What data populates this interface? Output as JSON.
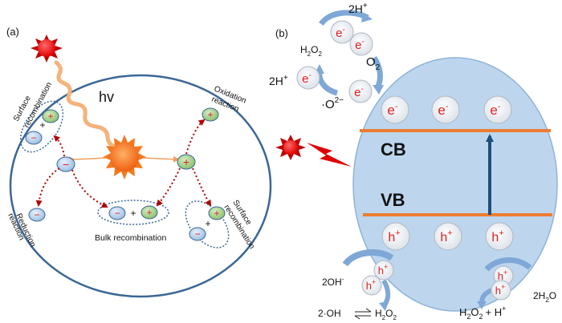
{
  "panel_a": {
    "label": "(a)",
    "hv": "hv",
    "oxidation_1": "Oxidation",
    "oxidation_2": "reaction",
    "surface_rec_left_1": "Surface",
    "surface_rec_left_2": "recombination",
    "reduction_1": "Reduction",
    "reduction_2": "reaction",
    "surface_rec_right_1": "Surface",
    "surface_rec_right_2": "recombination",
    "bulk": "Bulk recombination",
    "minus": "−",
    "plus": "+"
  },
  "panel_b": {
    "label": "(b)",
    "cb": "CB",
    "vb": "VB",
    "electron": "e",
    "electron_sup": "-",
    "hole": "h",
    "hole_sup": "+",
    "two_h_top": "2H",
    "two_h_left": "2H",
    "h_sup": "+",
    "h2o2_top": "H",
    "o2": "O",
    "o2_rad": "·O",
    "o2_rad_sup": "2−",
    "two_oh": "2OH",
    "two_oh_sup": "-",
    "two_oh_rad": "2·OH",
    "h2o2_bottom": "H",
    "two_h2o": "2H",
    "h2o2_plus_h": "H",
    "sub_2": "2",
    "o_letter": "O",
    "plus_h": "+ H"
  },
  "colors": {
    "ellipse_stroke": "#3b6796",
    "band": "#ed7d31",
    "particle_fill": "#c6dcf1",
    "electron_text": "#e01e1e",
    "sun": "#f4781c",
    "dotted": "#b00000",
    "arrow_dark": "#1f4e79"
  }
}
